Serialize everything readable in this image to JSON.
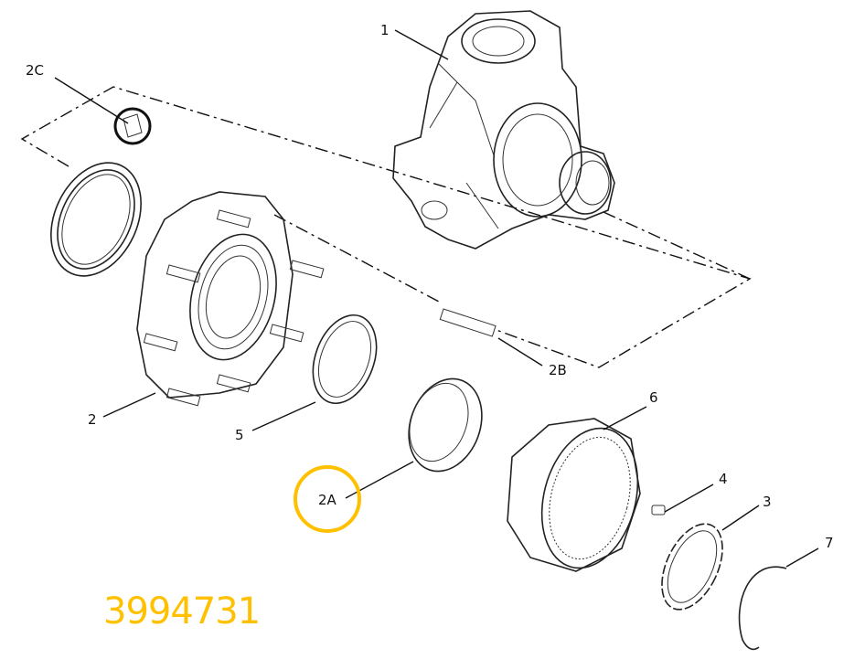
{
  "diagram": {
    "callouts": {
      "p1": "1",
      "p2": "2",
      "p2A": "2A",
      "p2B": "2B",
      "p2C": "2C",
      "p3": "3",
      "p4": "4",
      "p5": "5",
      "p6": "6",
      "p7": "7"
    },
    "highlighted_callout": "2A",
    "highlight_color": "#FFC000",
    "part_number": "3994731"
  }
}
